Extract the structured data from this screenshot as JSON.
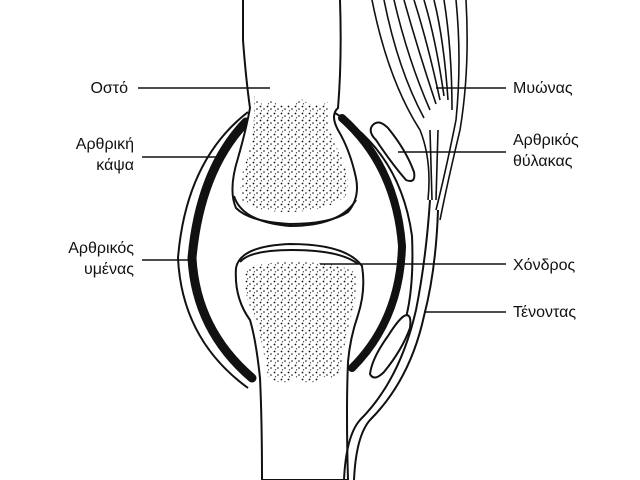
{
  "colors": {
    "ink": "#111111",
    "background": "#ffffff"
  },
  "labels": {
    "bone": "Οστό",
    "capsule_line1": "Αρθρική",
    "capsule_line2": "κάψα",
    "membrane_line1": "Αρθρικός",
    "membrane_line2": "υμένας",
    "muscle": "Μυώνας",
    "bursa_line1": "Αρθρικός",
    "bursa_line2": "θύλακας",
    "cartilage": "Χόνδρος",
    "tendon": "Τένοντας"
  }
}
